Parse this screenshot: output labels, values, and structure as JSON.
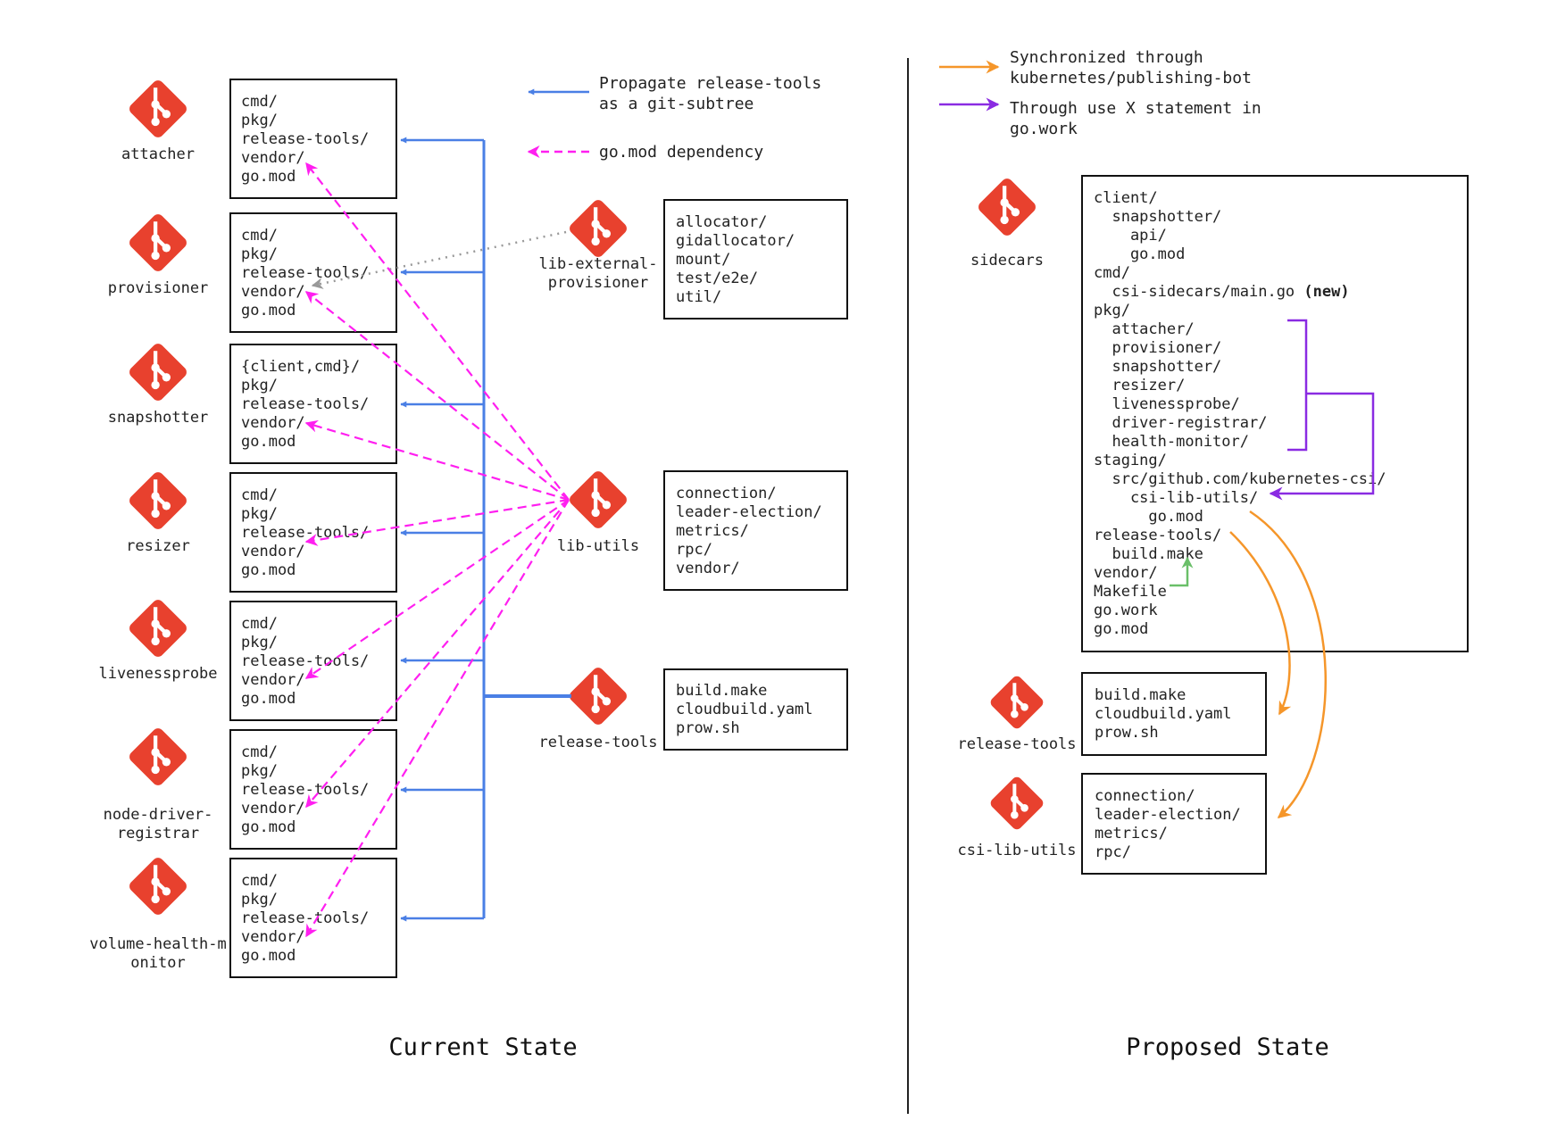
{
  "legend_left": {
    "blue_arrow": [
      "Propagate release-tools",
      "as a git-subtree"
    ],
    "magenta_arrow": [
      "go.mod dependency"
    ]
  },
  "legend_right": {
    "orange_arrow": [
      "Synchronized through",
      "kubernetes/publishing-bot"
    ],
    "purple_arrow": [
      "Through use X statement in",
      "go.work"
    ]
  },
  "current_state": {
    "title": "Current State",
    "sidecars": [
      {
        "name": [
          "attacher"
        ],
        "files": [
          "cmd/",
          "pkg/",
          "release-tools/",
          "vendor/",
          "go.mod"
        ]
      },
      {
        "name": [
          "provisioner"
        ],
        "files": [
          "cmd/",
          "pkg/",
          "release-tools/",
          "vendor/",
          "go.mod"
        ]
      },
      {
        "name": [
          "snapshotter"
        ],
        "files": [
          "{client,cmd}/",
          "pkg/",
          "release-tools/",
          "vendor/",
          "go.mod"
        ]
      },
      {
        "name": [
          "resizer"
        ],
        "files": [
          "cmd/",
          "pkg/",
          "release-tools/",
          "vendor/",
          "go.mod"
        ]
      },
      {
        "name": [
          "livenessprobe"
        ],
        "files": [
          "cmd/",
          "pkg/",
          "release-tools/",
          "vendor/",
          "go.mod"
        ]
      },
      {
        "name": [
          "node-driver-",
          "registrar"
        ],
        "files": [
          "cmd/",
          "pkg/",
          "release-tools/",
          "vendor/",
          "go.mod"
        ]
      },
      {
        "name": [
          "volume-health-m",
          "onitor"
        ],
        "files": [
          "cmd/",
          "pkg/",
          "release-tools/",
          "vendor/",
          "go.mod"
        ]
      }
    ],
    "libs": [
      {
        "name": [
          "lib-external-",
          "provisioner"
        ],
        "files": [
          "allocator/",
          "gidallocator/",
          "mount/",
          "test/e2e/",
          "util/"
        ]
      },
      {
        "name": [
          "lib-utils"
        ],
        "files": [
          "connection/",
          "leader-election/",
          "metrics/",
          "rpc/",
          "vendor/"
        ]
      },
      {
        "name": [
          "release-tools"
        ],
        "files": [
          "build.make",
          "cloudbuild.yaml",
          "prow.sh"
        ]
      }
    ]
  },
  "proposed_state": {
    "title": "Proposed State",
    "sidecars": {
      "name": [
        "sidecars"
      ],
      "files": [
        "client/",
        "  snapshotter/",
        "    api/",
        "    go.mod",
        "cmd/",
        "  csi-sidecars/main.go",
        "pkg/",
        "  attacher/",
        "  provisioner/",
        "  snapshotter/",
        "  resizer/",
        "  livenessprobe/",
        "  driver-registrar/",
        "  health-monitor/",
        "staging/",
        "  src/github.com/kubernetes-csi/",
        "    csi-lib-utils/",
        "      go.mod",
        "release-tools/",
        "  build.make",
        "vendor/",
        "Makefile",
        "go.work",
        "go.mod"
      ],
      "new_tag": "(new)"
    },
    "release_tools": {
      "name": [
        "release-tools"
      ],
      "files": [
        "build.make",
        "cloudbuild.yaml",
        "prow.sh"
      ]
    },
    "csi_lib_utils": {
      "name": [
        "csi-lib-utils"
      ],
      "files": [
        "connection/",
        "leader-election/",
        "metrics/",
        "rpc/"
      ]
    }
  },
  "colors": {
    "git_logo": "#e8412e",
    "blue": "#4a7fe5",
    "magenta": "#ff1ff0",
    "orange": "#f5962a",
    "purple": "#8a2be2",
    "green": "#6abf69",
    "gray": "#999999"
  },
  "icons": {
    "repo": "git-logo-icon"
  }
}
